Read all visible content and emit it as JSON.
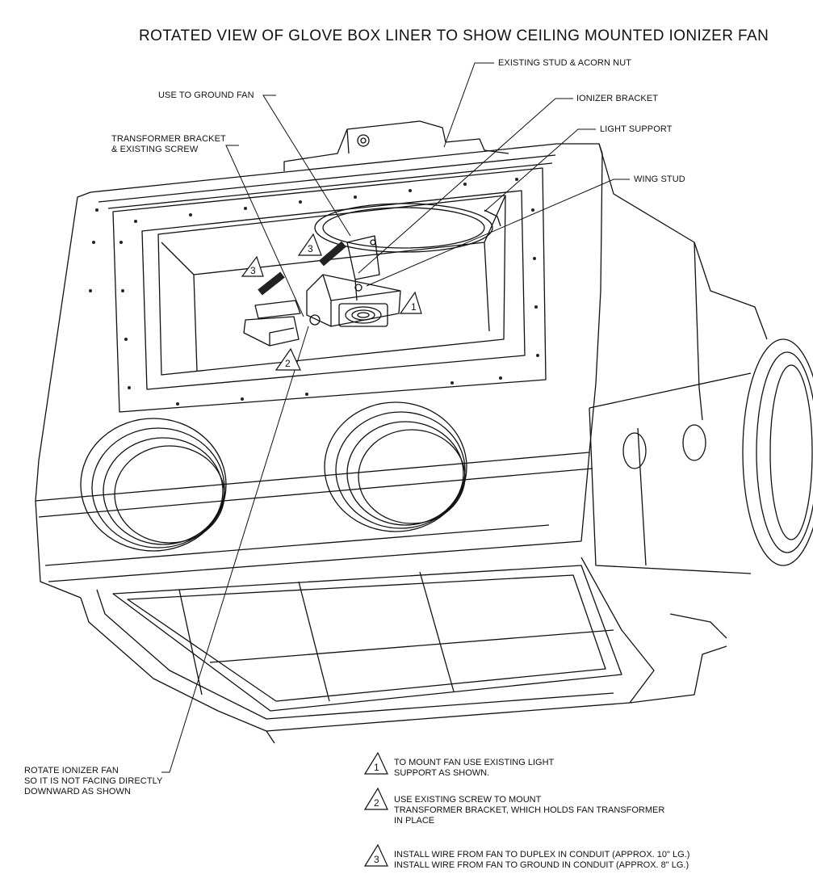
{
  "title": "ROTATED VIEW OF GLOVE BOX LINER TO SHOW CEILING MOUNTED IONIZER FAN",
  "callouts": {
    "stud_nut": "EXISTING STUD & ACORN NUT",
    "ionizer_bracket": "IONIZER BRACKET",
    "ground_fan": "USE TO GROUND FAN",
    "light_support": "LIGHT SUPPORT",
    "transformer_line1": "TRANSFORMER BRACKET",
    "transformer_line2": "& EXISTING SCREW",
    "wing_stud": "WING STUD",
    "rotate_line1": "ROTATE IONIZER FAN",
    "rotate_line2": "SO IT IS NOT FACING DIRECTLY",
    "rotate_line3": "DOWNWARD AS SHOWN"
  },
  "markers": {
    "m1": "1",
    "m2": "2",
    "m3": "3"
  },
  "notes": [
    {
      "num": "1",
      "line1": "TO MOUNT FAN USE EXISTING LIGHT",
      "line2": "SUPPORT AS SHOWN."
    },
    {
      "num": "2",
      "line1": "USE EXISTING SCREW TO MOUNT",
      "line2": "TRANSFORMER BRACKET, WHICH HOLDS FAN TRANSFORMER",
      "line3": "IN PLACE"
    },
    {
      "num": "3",
      "line1": "INSTALL WIRE FROM FAN TO DUPLEX IN CONDUIT (APPROX. 10\" LG.)",
      "line2": "INSTALL WIRE FROM FAN TO GROUND IN CONDUIT (APPROX. 8\" LG.)"
    }
  ]
}
